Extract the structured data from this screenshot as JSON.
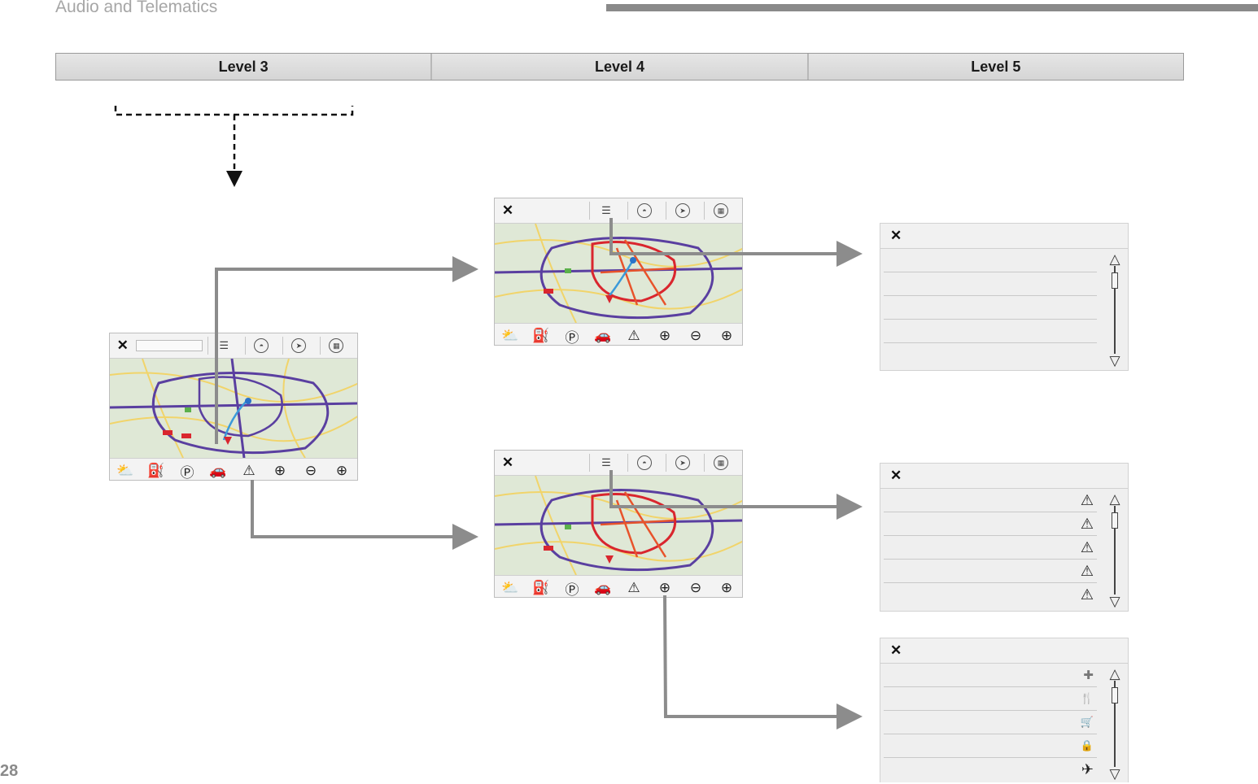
{
  "header": {
    "section_title": "Audio and Telematics",
    "page_number": "28"
  },
  "levels": [
    "Level 3",
    "Level 4",
    "Level 5"
  ],
  "screens": {
    "top_bar_icons": [
      "close-icon",
      "list-icon",
      "speed-camera-icon",
      "navigation-arrow-icon",
      "destination-flag-icon"
    ],
    "close_label": "✕",
    "bottom_icons": [
      {
        "name": "weather-icon",
        "glyph": "⛅"
      },
      {
        "name": "fuel-icon",
        "glyph": "⛽"
      },
      {
        "name": "parking-icon",
        "glyph": "Ⓟ"
      },
      {
        "name": "garage-icon",
        "glyph": "🚗"
      },
      {
        "name": "warning-icon",
        "glyph": "⚠"
      },
      {
        "name": "add-poi-icon",
        "glyph": "⊕"
      },
      {
        "name": "zoom-out-icon",
        "glyph": "⊖"
      },
      {
        "name": "zoom-in-icon",
        "glyph": "⊕"
      }
    ]
  },
  "panels": {
    "close_label": "✕",
    "scroll_up": "△",
    "scroll_down": "▽",
    "warning_glyph": "⚠",
    "poi_glyphs": [
      "✚",
      "🍴",
      "🛒",
      "🔒",
      "✈"
    ]
  },
  "colors": {
    "connector": "#8c8c8c",
    "map_road_major": "#5a3fa0",
    "map_road_traffic": "#d9262e"
  }
}
